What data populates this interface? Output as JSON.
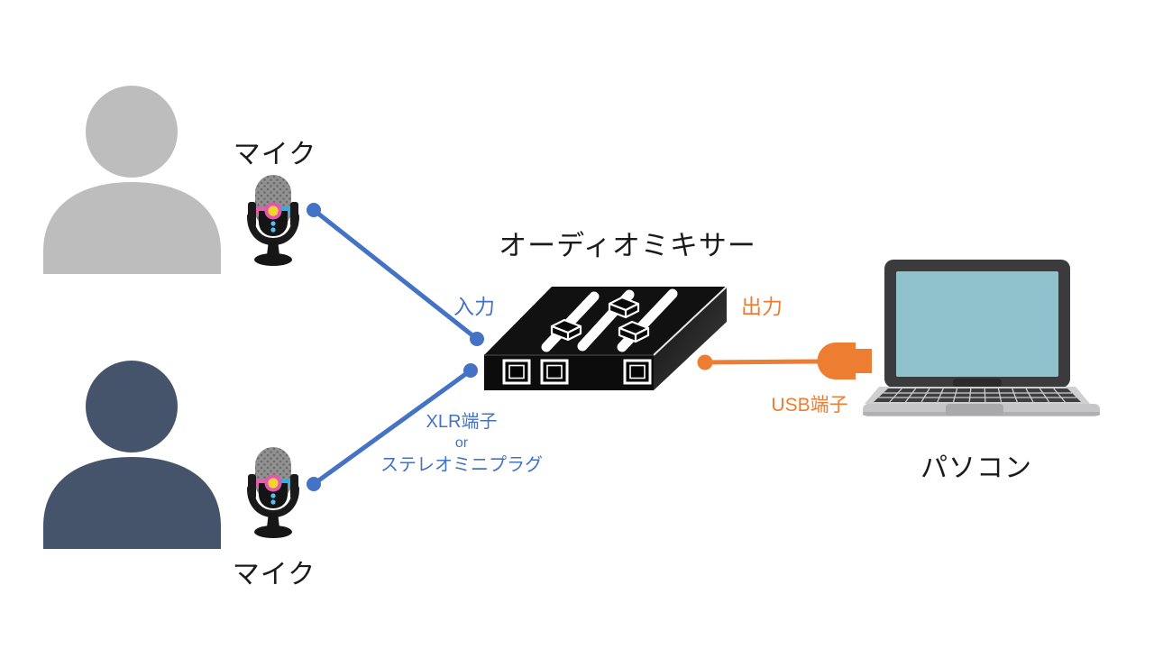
{
  "nodes": {
    "speaker_top": {
      "icon": "person-icon",
      "color": "#BDBDBD"
    },
    "speaker_bottom": {
      "icon": "person-icon",
      "color": "#46546B"
    },
    "mic_top": {
      "label": "マイク",
      "icon": "microphone-icon"
    },
    "mic_bottom": {
      "label": "マイク",
      "icon": "microphone-icon"
    },
    "mixer": {
      "label": "オーディオミキサー",
      "icon": "audio-mixer-icon"
    },
    "pc": {
      "label": "パソコン",
      "icon": "laptop-icon",
      "screen_color": "#8FC2CC"
    }
  },
  "connections": {
    "input": {
      "label": "入力",
      "sublabel_lines": [
        "XLR端子",
        "or",
        "ステレオミニプラグ"
      ],
      "color": "#4472C4"
    },
    "output": {
      "label": "出力",
      "sublabel": "USB端子",
      "color": "#ED7D31",
      "plug_icon": "usb-plug-icon"
    }
  },
  "colors": {
    "accent_blue": "#4472C4",
    "accent_orange": "#ED7D31",
    "person_gray": "#BDBDBD",
    "person_navy": "#46546B",
    "laptop_screen": "#8FC2CC",
    "text": "#1A1A1A"
  }
}
